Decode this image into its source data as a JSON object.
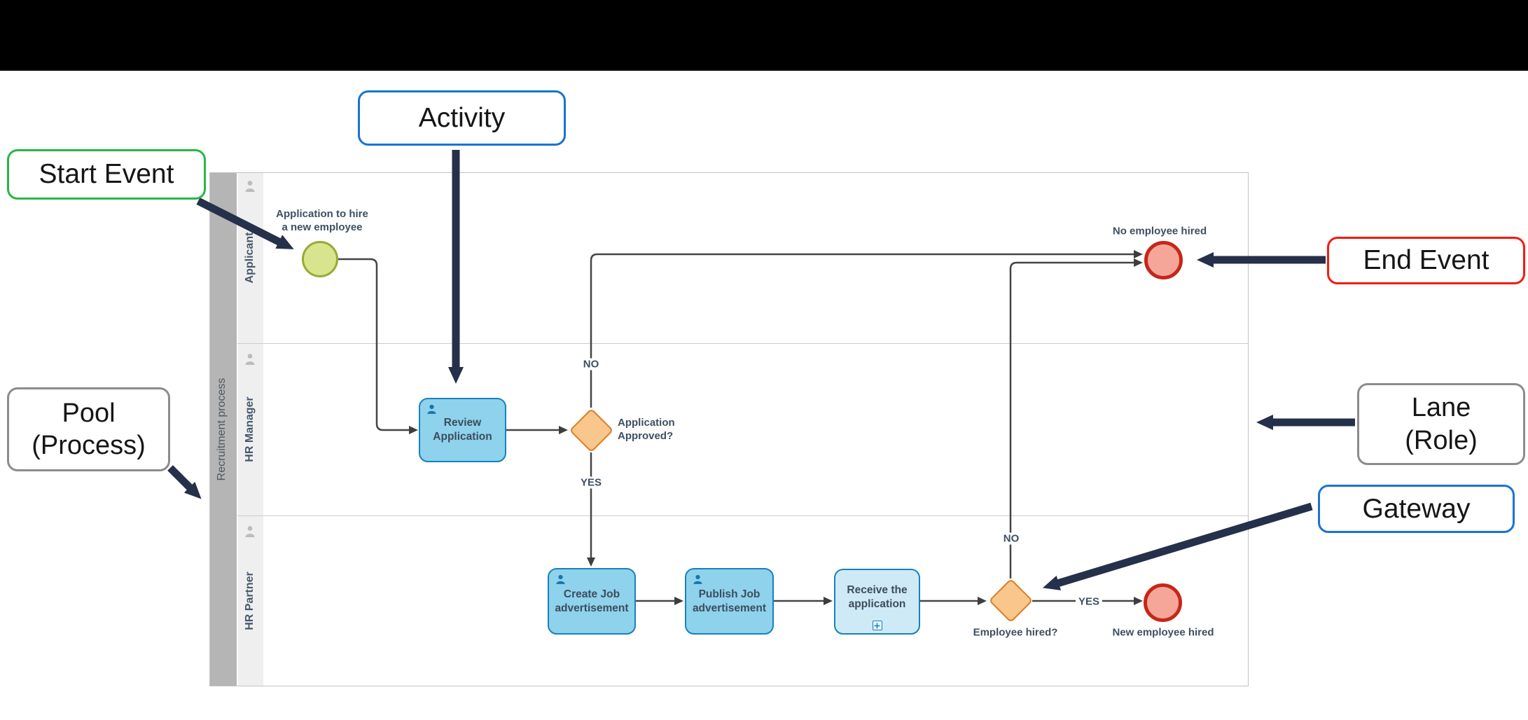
{
  "callouts": {
    "start_event": {
      "label": "Start Event",
      "border_color": "#2ab548"
    },
    "activity": {
      "label": "Activity",
      "border_color": "#1a73d1"
    },
    "end_event": {
      "label": "End Event",
      "border_color": "#f51a0f"
    },
    "pool": {
      "label_line1": "Pool",
      "label_line2": "(Process)",
      "border_color": "#8c8c8c"
    },
    "lane": {
      "label_line1": "Lane",
      "label_line2": "(Role)",
      "border_color": "#8c8c8c"
    },
    "gateway": {
      "label": "Gateway",
      "border_color": "#1a73d1"
    }
  },
  "pool": {
    "title": "Recruitment process",
    "lanes": [
      {
        "label": "Applicant"
      },
      {
        "label": "HR Manager"
      },
      {
        "label": "HR Partner"
      }
    ]
  },
  "elements": {
    "start_event": {
      "label_line1": "Application to hire",
      "label_line2": "a new employee"
    },
    "task_review": {
      "label_line1": "Review",
      "label_line2": "Application"
    },
    "task_create": {
      "label_line1": "Create Job",
      "label_line2": "advertisement"
    },
    "task_publish": {
      "label_line1": "Publish Job",
      "label_line2": "advertisement"
    },
    "task_receive": {
      "label_line1": "Receive the",
      "label_line2": "application"
    },
    "gateway_application": {
      "label_line1": "Application",
      "label_line2": "Approved?"
    },
    "gateway_employee": {
      "label": "Employee hired?"
    },
    "end_no_hire": {
      "label": "No employee hired"
    },
    "end_new_hire": {
      "label": "New employee hired"
    }
  },
  "flow_labels": {
    "application_no": "NO",
    "application_yes": "YES",
    "employee_no": "NO",
    "employee_yes": "YES"
  },
  "colors": {
    "annotation_arrow": "#25304a",
    "task_fill": "#8ed2ec",
    "task_receive_fill": "#cfeaf7",
    "task_border": "#1781bf",
    "gateway_fill": "#f9c68c",
    "gateway_border": "#dd7d28",
    "start_fill": "#d9e48f",
    "start_border": "#9aa834",
    "end_fill": "#f5a698",
    "end_border": "#c5271b",
    "flow_line": "#454545",
    "pool_header_fill": "#b5b5b5",
    "lane_header_fill": "#efefef",
    "diagram_label_text": "#3d4f63"
  }
}
